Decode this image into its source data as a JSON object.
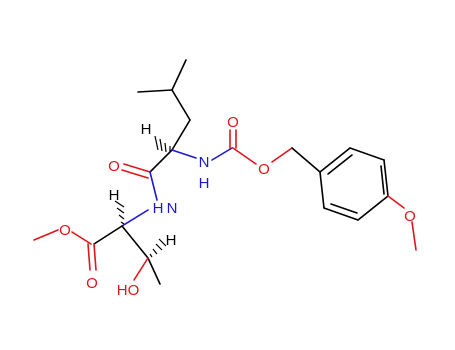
{
  "colors": {
    "background": "#ffffff",
    "carbon_bond": "#000000",
    "oxygen": "#e0151b",
    "nitrogen": "#1a1ad0",
    "hydrogen": "#000000"
  },
  "atoms": {
    "carbamate_carbonyl_o": "O",
    "carbamate_ester_o": "O",
    "carbamate_nh": "N",
    "carbamate_h": "H",
    "amide_o": "O",
    "amide_nh": "N",
    "amide_h": "H",
    "stereo_h_leucine": "H",
    "stereo_h_alpha": "H",
    "stereo_h_beta": "H",
    "ester_o": "O",
    "ester_carbonyl_o": "O",
    "hydroxyl": "HO",
    "methoxy_o": "O"
  }
}
